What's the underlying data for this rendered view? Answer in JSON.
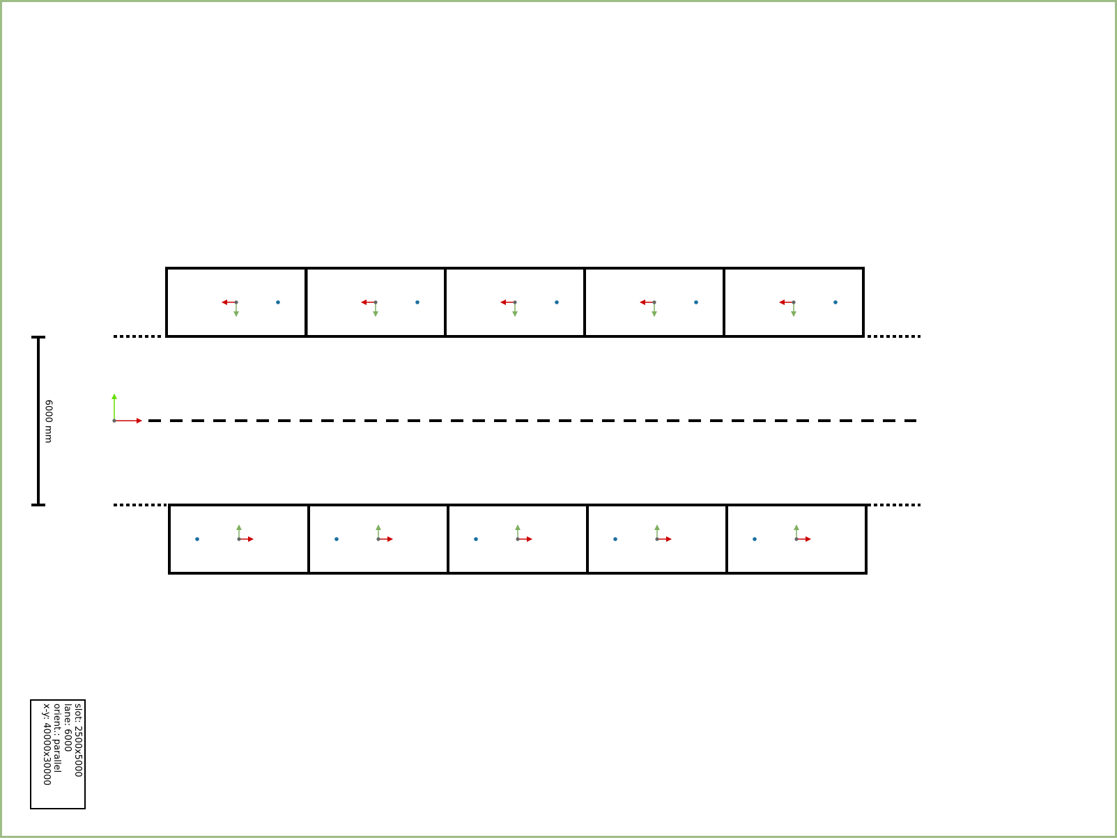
{
  "dimension": {
    "label": "6000 mm"
  },
  "info": {
    "lines": [
      "slot: 2500x5000",
      "lane: 6000",
      "orient.: parallel",
      "x-y: 40000x30000"
    ]
  },
  "colors": {
    "frame": "#9dbc86",
    "slot_stroke": "#000000",
    "axis_x": "#cc0000",
    "axis_y_slot": "#7fb060",
    "axis_y_origin": "#66dd00",
    "origin_point": "#666666",
    "center_point": "#1a6fa0"
  },
  "top_row": {
    "count": 5,
    "orientation": "facing-down"
  },
  "bottom_row": {
    "count": 5,
    "orientation": "facing-up"
  },
  "icons": {
    "axis": "axis-arrow-icon",
    "center": "center-dot-icon"
  }
}
